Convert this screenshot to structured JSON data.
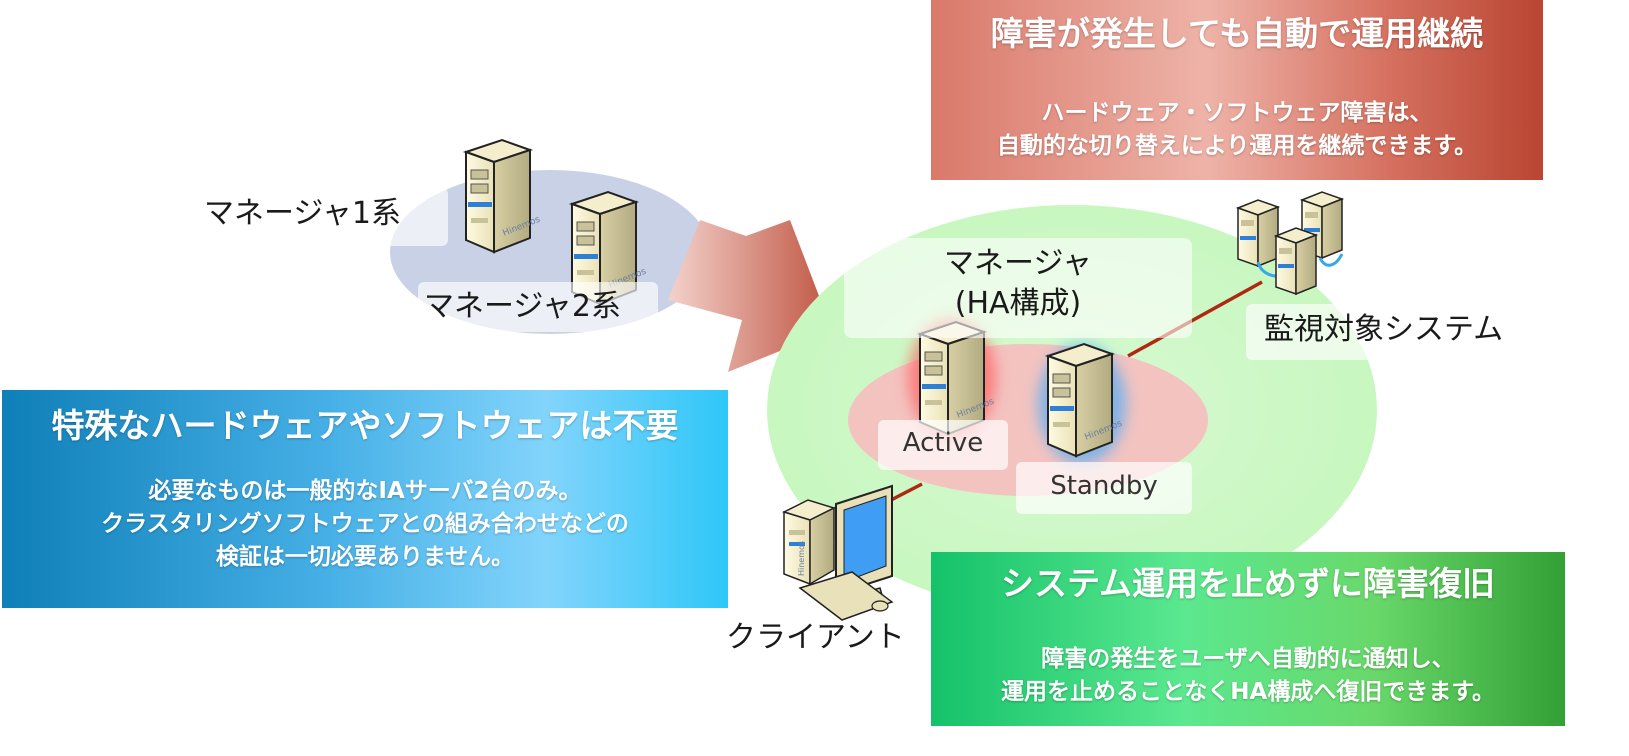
{
  "panels": {
    "auto_continue": {
      "title": "障害が発生しても自動で運用継続",
      "line1": "ハードウェア・ソフトウェア障害は、",
      "line2": "自動的な切り替えにより運用を継続できます。",
      "color": "#cf6f5f"
    },
    "no_special": {
      "title": "特殊なハードウェアやソフトウェアは不要",
      "line1": "必要なものは一般的なIAサーバ2台のみ。",
      "line2": "クラスタリングソフトウェアとの組み合わせなどの",
      "line3": "検証は一切必要ありません。",
      "color": "#2aa3dc"
    },
    "recovery": {
      "title": "システム運用を止めずに障害復旧",
      "line1": "障害の発生をユーザへ自動的に通知し、",
      "line2": "運用を止めることなくHA構成へ復旧できます。",
      "color": "#3db24f"
    }
  },
  "labels": {
    "manager1": "マネージャ1系",
    "manager2": "マネージャ2系",
    "ha_line1": "マネージャ",
    "ha_line2": "(HA構成)",
    "active": "Active",
    "standby": "Standby",
    "monitored": "監視対象システム",
    "client": "クライアント"
  },
  "server_brand": "Hinemos"
}
